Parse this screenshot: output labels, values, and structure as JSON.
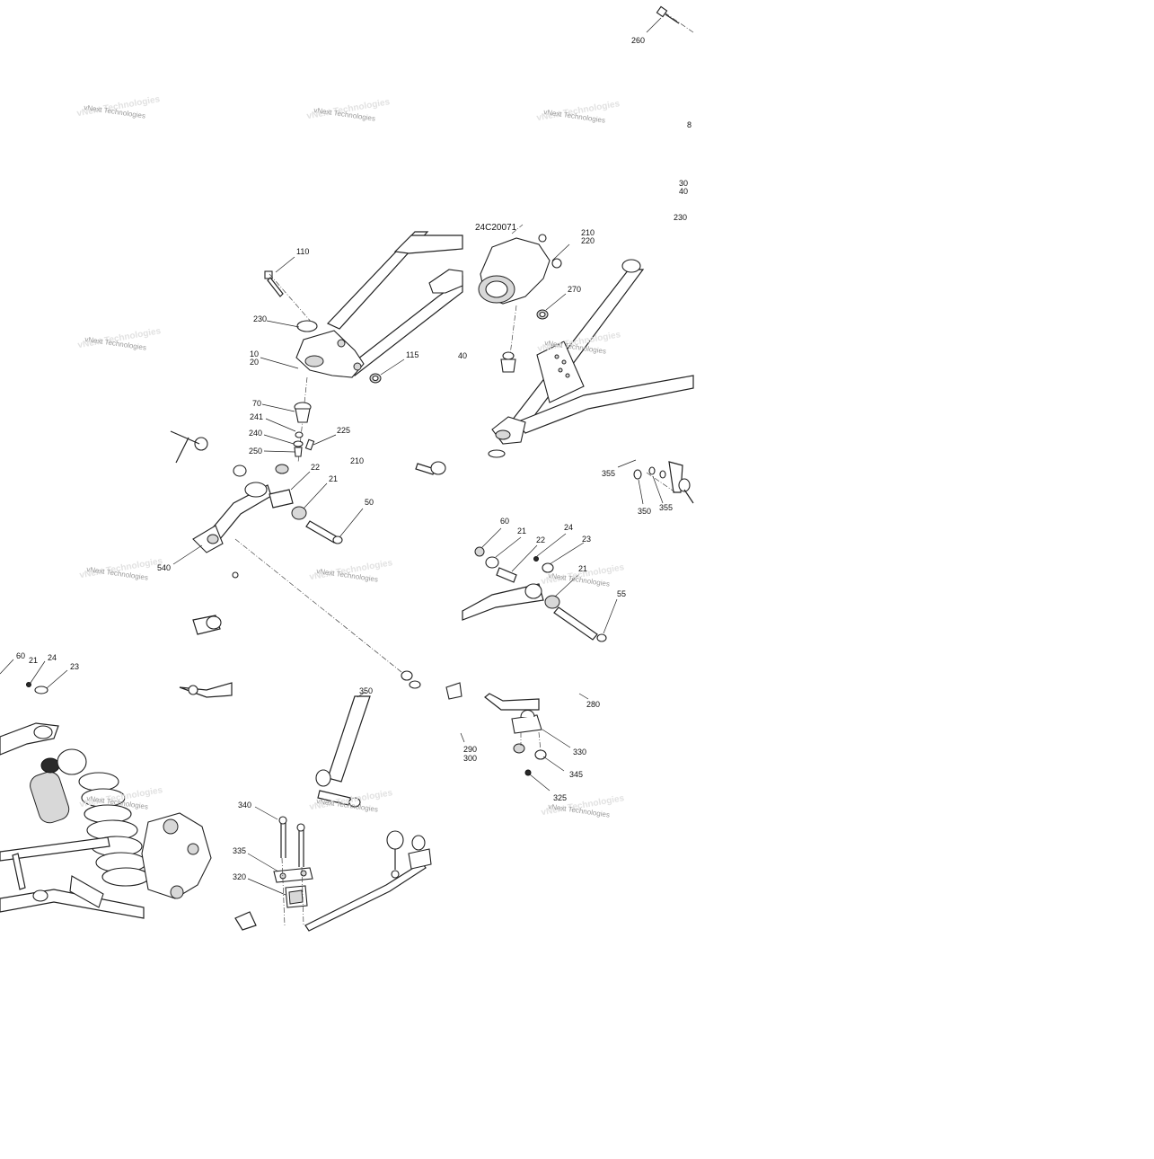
{
  "diagram": {
    "code": "24C20071",
    "watermark": "vNext Technologies",
    "callouts": [
      "260",
      "8",
      "30",
      "40",
      "230",
      "110",
      "230",
      "210",
      "220",
      "270",
      "10",
      "20",
      "115",
      "40",
      "70",
      "241",
      "240",
      "225",
      "250",
      "210",
      "22",
      "21",
      "50",
      "540",
      "355",
      "350",
      "355",
      "60",
      "21",
      "22",
      "24",
      "23",
      "21",
      "55",
      "60",
      "21",
      "24",
      "23",
      "350",
      "280",
      "290",
      "300",
      "330",
      "345",
      "325",
      "340",
      "335",
      "320"
    ]
  }
}
